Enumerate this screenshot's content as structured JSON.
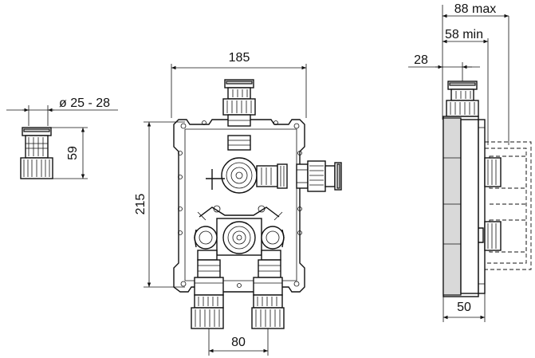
{
  "dimensions": {
    "width_185": "185",
    "height_215": "215",
    "spacing_80": "80",
    "diameter": "ø 25 - 28",
    "fitting_height": "59",
    "max_depth": "88 max",
    "min_depth": "58 min",
    "offset_28": "28",
    "depth_50": "50"
  },
  "colors": {
    "line": "#111111",
    "fill": "#ffffff",
    "shade": "#d9d9d9"
  }
}
